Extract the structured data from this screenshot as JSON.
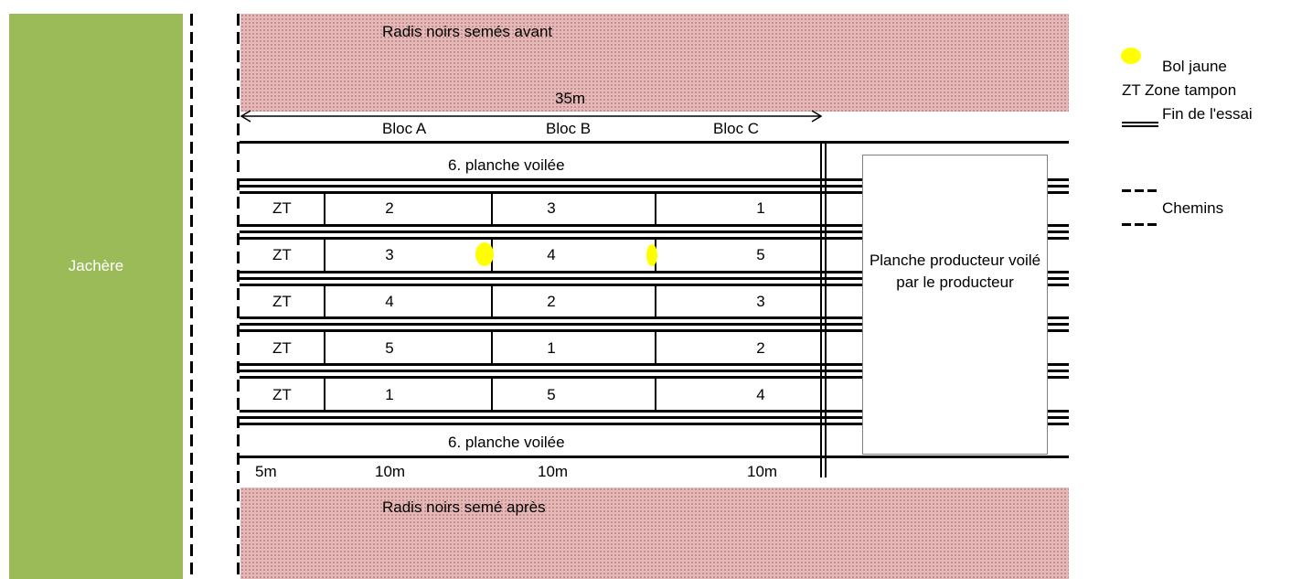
{
  "fallow": {
    "label": "Jachère"
  },
  "radish": {
    "before": "Radis noirs semés avant",
    "after": "Radis noirs semé après"
  },
  "dimensions": {
    "total": "35m",
    "buffer": "5m",
    "block_a": "10m",
    "block_b": "10m",
    "block_c": "10m"
  },
  "blocks": {
    "a": "Bloc A",
    "b": "Bloc B",
    "c": "Bloc C"
  },
  "covered_board": {
    "top": "6. planche voilée",
    "bottom": "6. planche voilée"
  },
  "rows": [
    {
      "zt": "ZT",
      "a": "2",
      "b": "3",
      "c": "1"
    },
    {
      "zt": "ZT",
      "a": "3",
      "b": "4",
      "c": "5"
    },
    {
      "zt": "ZT",
      "a": "4",
      "b": "2",
      "c": "3"
    },
    {
      "zt": "ZT",
      "a": "5",
      "b": "1",
      "c": "2"
    },
    {
      "zt": "ZT",
      "a": "1",
      "b": "5",
      "c": "4"
    }
  ],
  "producer_board": {
    "label": "Planche producteur voilé par le producteur"
  },
  "legend": {
    "yellow_bowl": "Bol jaune",
    "zt_abbrev": "ZT",
    "buffer_zone": "Zone tampon",
    "end_of_trial": "Fin de l'essai",
    "paths": "Chemins"
  },
  "colors": {
    "fallow": "#9bbb59",
    "radish": "#e6b9b8",
    "bowl": "#ffff00",
    "title_hint": "#4f81bd"
  }
}
